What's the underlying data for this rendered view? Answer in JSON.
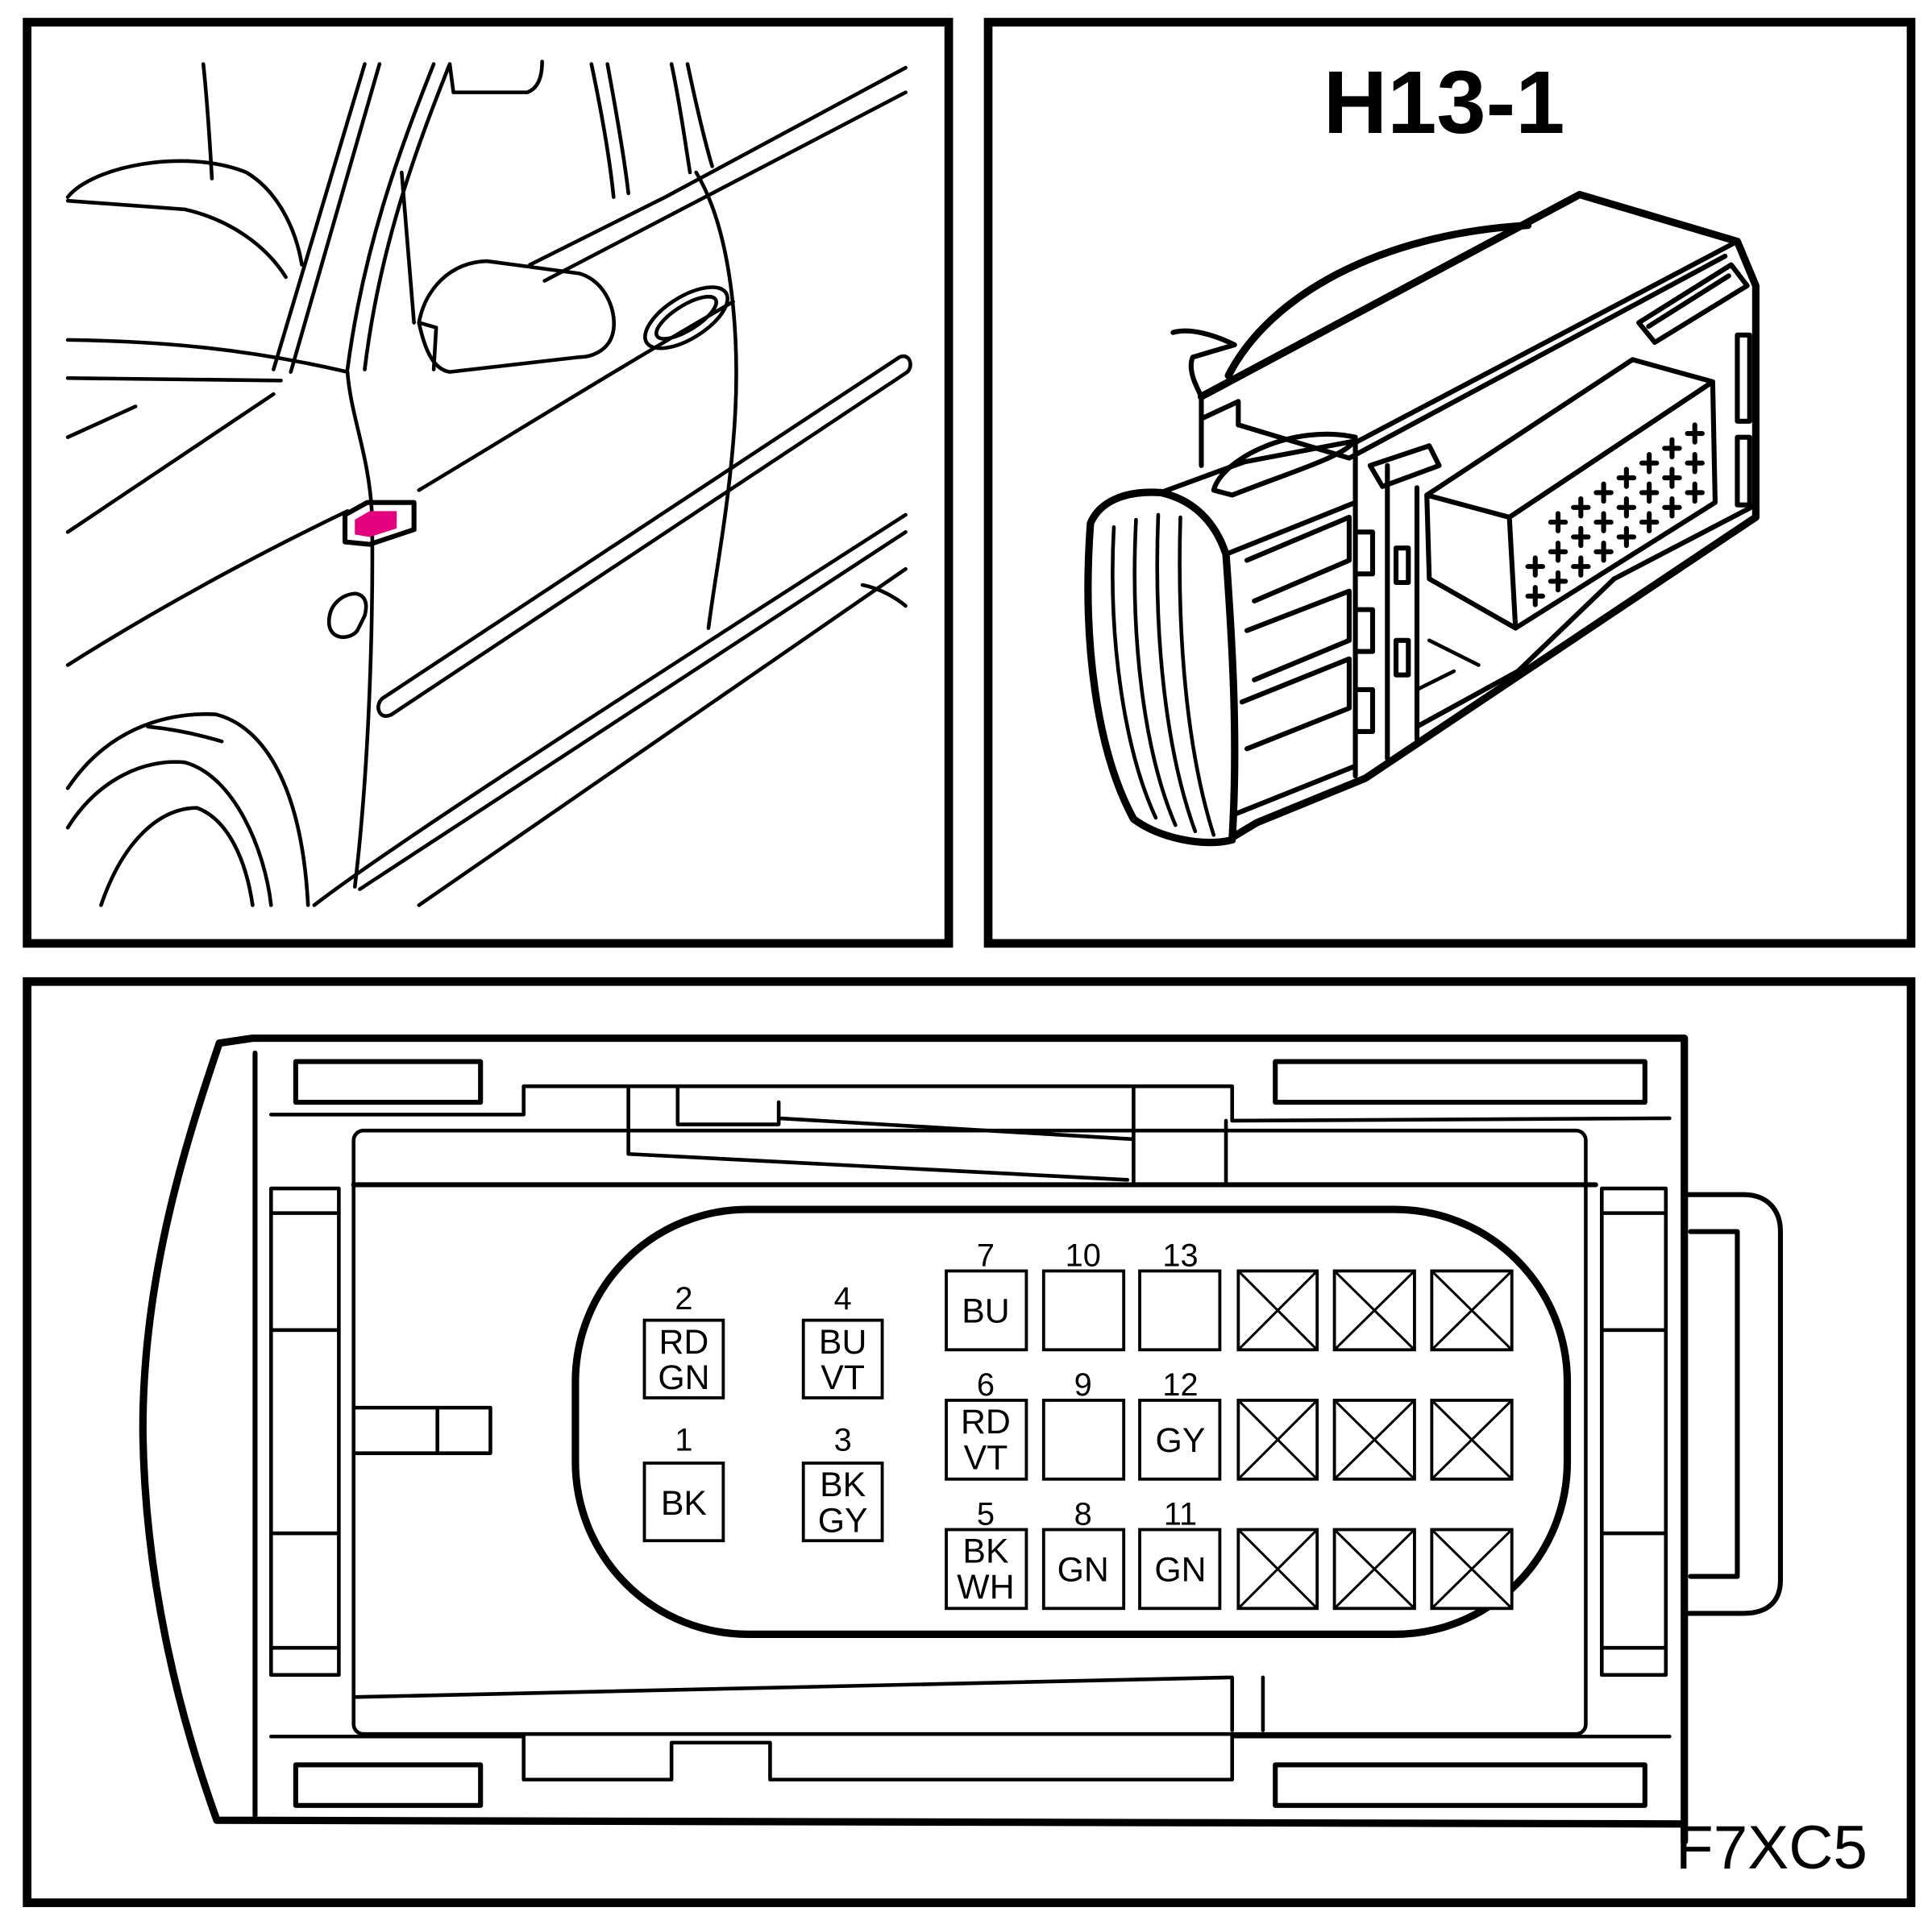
{
  "connector": {
    "title": "H13-1",
    "code": "F7XC5"
  },
  "colors": {
    "location_marker": "#e5007e"
  },
  "pins": [
    {
      "number": "1",
      "wire": [
        "BK"
      ]
    },
    {
      "number": "2",
      "wire": [
        "RD",
        "GN"
      ]
    },
    {
      "number": "3",
      "wire": [
        "BK",
        "GY"
      ]
    },
    {
      "number": "4",
      "wire": [
        "BU",
        "VT"
      ]
    },
    {
      "number": "5",
      "wire": [
        "BK",
        "WH"
      ]
    },
    {
      "number": "6",
      "wire": [
        "RD",
        "VT"
      ]
    },
    {
      "number": "7",
      "wire": [
        "BU"
      ]
    },
    {
      "number": "8",
      "wire": [
        "GN"
      ]
    },
    {
      "number": "9",
      "wire": []
    },
    {
      "number": "10",
      "wire": []
    },
    {
      "number": "11",
      "wire": [
        "GN"
      ]
    },
    {
      "number": "12",
      "wire": [
        "GY"
      ]
    },
    {
      "number": "13",
      "wire": []
    }
  ]
}
